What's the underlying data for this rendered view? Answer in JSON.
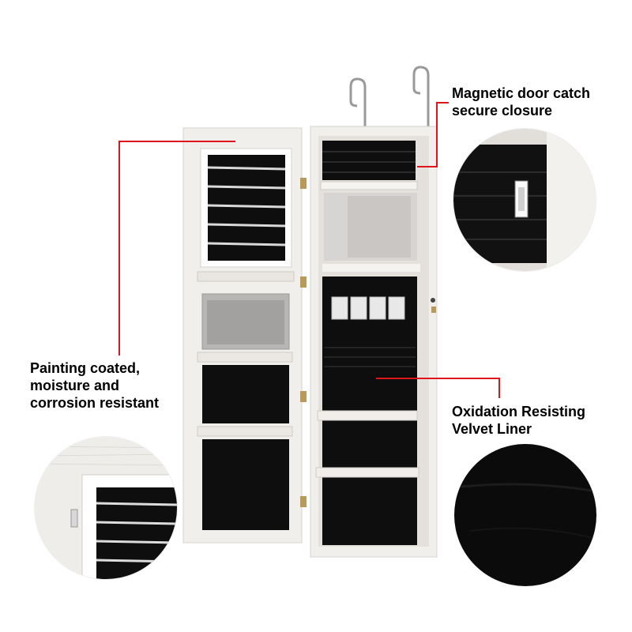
{
  "callouts": {
    "magnetic": {
      "line1": "Magnetic door catch",
      "line2": "secure closure"
    },
    "painting": {
      "line1": "Painting coated,",
      "line2": "moisture and",
      "line3": "corrosion resistant"
    },
    "velvet": {
      "line1": "Oxidation Resisting",
      "line2": "Velvet Liner"
    }
  },
  "colors": {
    "accent": "#e0141c",
    "cabinet": "#f1efec",
    "velvet": "#0e0e0e"
  }
}
